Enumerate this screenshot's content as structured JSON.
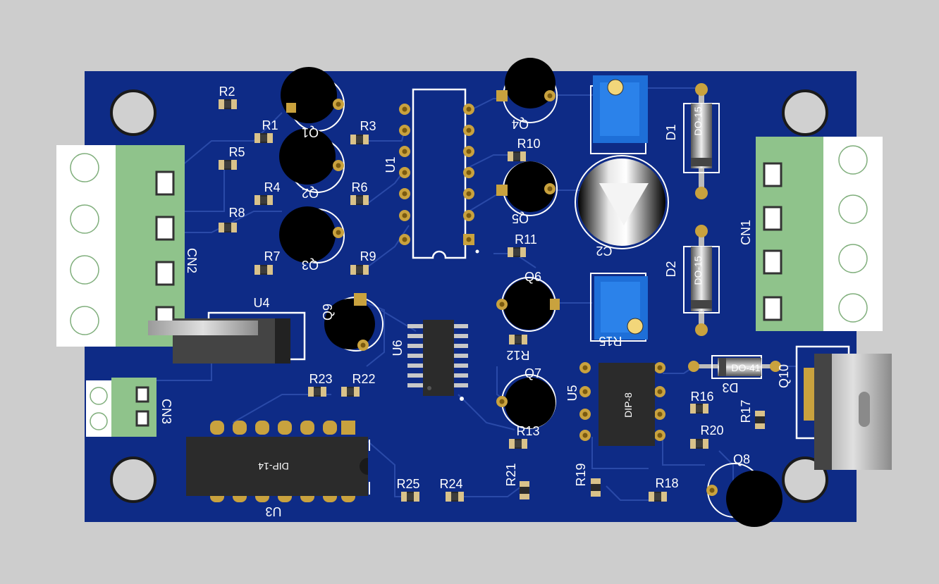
{
  "colors": {
    "background": "#cdcdcd",
    "board": "#0e2b86",
    "trace": "#2a4aa8",
    "silkscreen": "#ffffff",
    "terminal_block": "#8fc38b",
    "trimmer": "#1e6fd8",
    "transistor": "#000000"
  },
  "designators": {
    "r1": "R1",
    "r2": "R2",
    "r3": "R3",
    "r4": "R4",
    "r5": "R5",
    "r6": "R6",
    "r7": "R7",
    "r8": "R8",
    "r9": "R9",
    "r10": "R10",
    "r11": "R11",
    "r12": "R12",
    "r13": "R13",
    "r15": "R15",
    "r16": "R16",
    "r17": "R17",
    "r18": "R18",
    "r19": "R19",
    "r20": "R20",
    "r21": "R21",
    "r22": "R22",
    "r23": "R23",
    "r24": "R24",
    "r25": "R25",
    "q1": "Q1",
    "q2": "Q2",
    "q3": "Q3",
    "q4": "Q4",
    "q5": "Q5",
    "q6": "Q6",
    "q7": "Q7",
    "q8": "Q8",
    "q9": "Q9",
    "q10": "Q10",
    "u1": "U1",
    "u3": "U3",
    "u4": "U4",
    "u5": "U5",
    "u6": "U6",
    "d1": "D1",
    "d2": "D2",
    "d3": "D3",
    "c2": "C2",
    "cn1": "CN1",
    "cn2": "CN2",
    "cn3": "CN3"
  },
  "packages": {
    "d1": "DO-15",
    "d2": "DO-15",
    "d3": "DO-41",
    "u3": "DIP-14",
    "u5": "DIP-8"
  }
}
